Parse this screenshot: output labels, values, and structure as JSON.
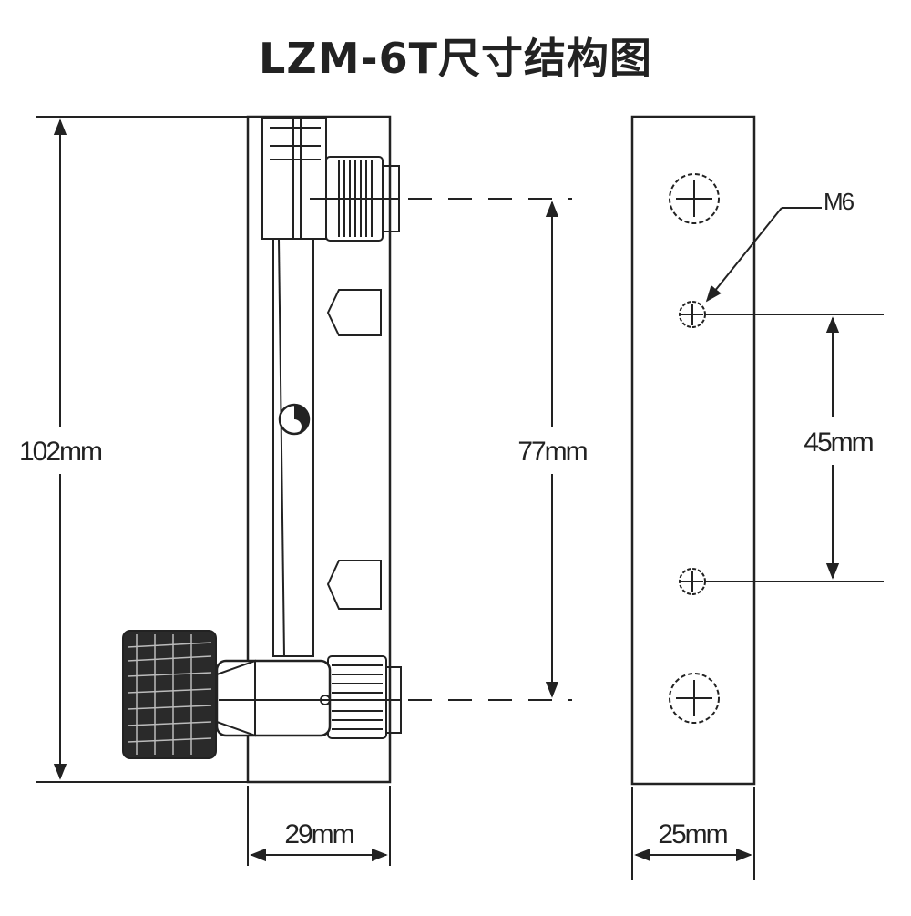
{
  "title": "LZM-6T尺寸结构图",
  "dimensions": {
    "overall_height": "102mm",
    "port_spacing": "77mm",
    "front_width": "29mm",
    "side_width": "25mm",
    "mount_spacing": "45mm",
    "thread": "M6"
  }
}
